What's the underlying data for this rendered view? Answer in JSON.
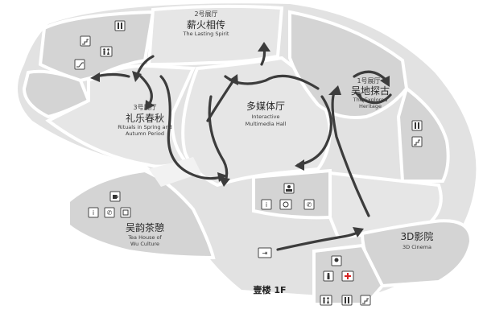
{
  "floor_label": "壹楼 1F",
  "halls": {
    "hall2": {
      "num": "2号展厅",
      "cn": "薪火相传",
      "en": "The Lasting Spirit"
    },
    "hall1": {
      "num": "1号展厅",
      "cn": "吴地探古",
      "en1": "The Explored",
      "en2": "Heritage"
    },
    "hall3": {
      "num": "3号展厅",
      "cn": "礼乐春秋",
      "en1": "Rituals in Spring and",
      "en2": "Autumn Period"
    },
    "multimedia": {
      "cn": "多媒体厅",
      "en1": "Interactive",
      "en2": "Multimedia Hall"
    },
    "cinema": {
      "cn": "3D影院",
      "en": "3D Cinema"
    },
    "teahouse": {
      "cn": "吴韵茶憩",
      "en1": "Tea House of",
      "en2": "Wu Culture"
    }
  },
  "icons": {
    "info": "i",
    "phone": "✆",
    "elevator": "⇅",
    "restroom": "♀♂",
    "stairs": "⌐",
    "firstaid": "+",
    "entrance": "⇥"
  }
}
